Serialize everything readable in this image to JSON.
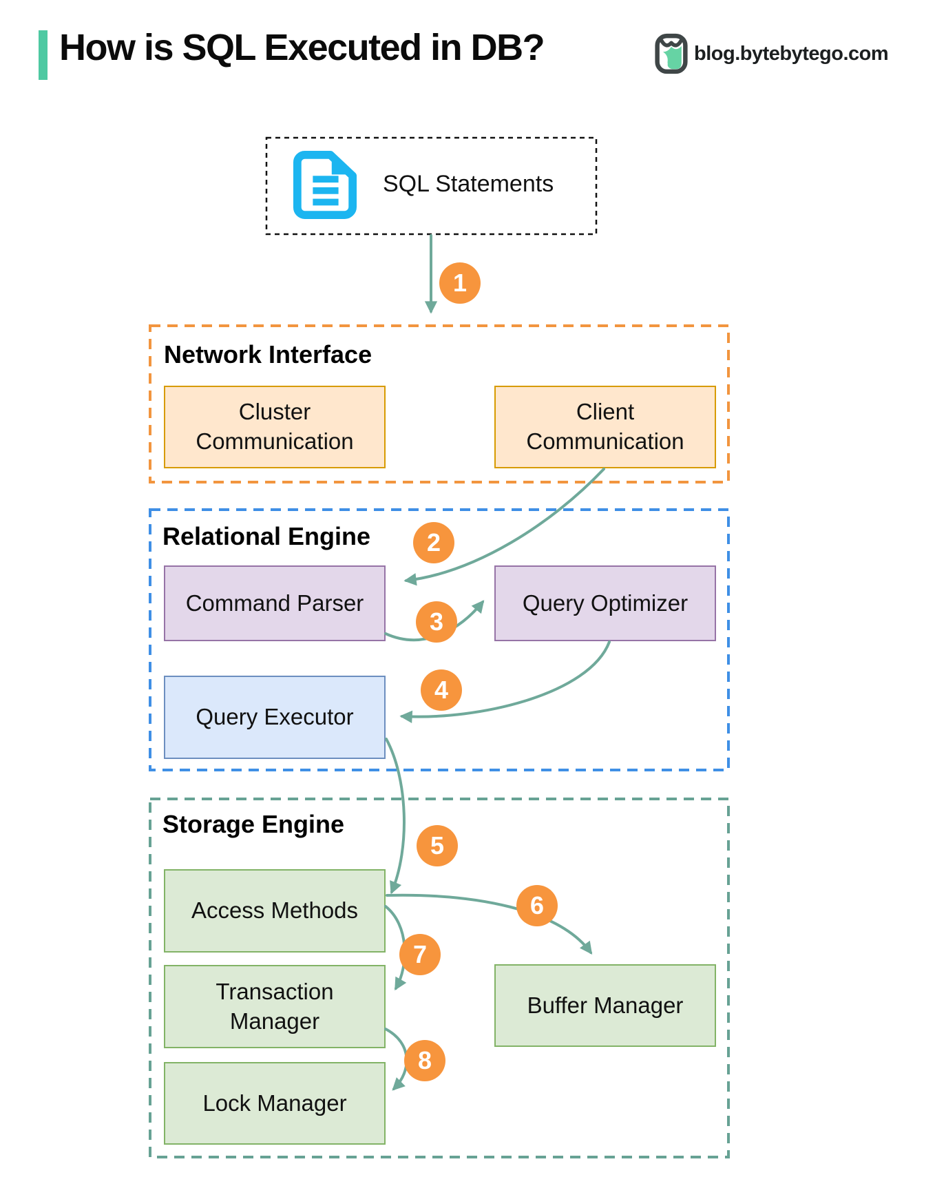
{
  "header": {
    "accent_bar_color": "#4EC9A2",
    "title": "How is SQL Executed in DB?",
    "brand": {
      "icon": "bytebytego-owl-logo",
      "text": "blog.bytebytego.com"
    }
  },
  "diagram": {
    "sql_statements": {
      "icon": "document-icon",
      "label": "SQL Statements"
    },
    "network_interface": {
      "label": "Network Interface",
      "border_color": "#F2953F",
      "box_fill": "#FFE7CD",
      "box_border": "#D79B00",
      "cluster": {
        "label": "Cluster Communication"
      },
      "client": {
        "label": "Client Communication"
      }
    },
    "relational_engine": {
      "label": "Relational Engine",
      "border_color": "#3F8FE5",
      "parser": {
        "label": "Command Parser",
        "fill": "#E3D7EA",
        "border": "#9673A6"
      },
      "optimizer": {
        "label": "Query Optimizer",
        "fill": "#E3D7EA",
        "border": "#9673A6"
      },
      "executor": {
        "label": "Query Executor",
        "fill": "#DBE8FB",
        "border": "#6C8EBF"
      }
    },
    "storage_engine": {
      "label": "Storage Engine",
      "border_color": "#67A294",
      "box_fill": "#DCEAD5",
      "box_border": "#82B366",
      "access": {
        "label": "Access Methods"
      },
      "transaction": {
        "label": "Transaction Manager"
      },
      "buffer": {
        "label": "Buffer Manager"
      },
      "lock": {
        "label": "Lock Manager"
      }
    },
    "steps": {
      "s1": "1",
      "s2": "2",
      "s3": "3",
      "s4": "4",
      "s5": "5",
      "s6": "6",
      "s7": "7",
      "s8": "8"
    },
    "arrow_color": "#6FA99A",
    "step_circle_color": "#F7953D",
    "doc_icon_color": "#1CB5F0"
  }
}
